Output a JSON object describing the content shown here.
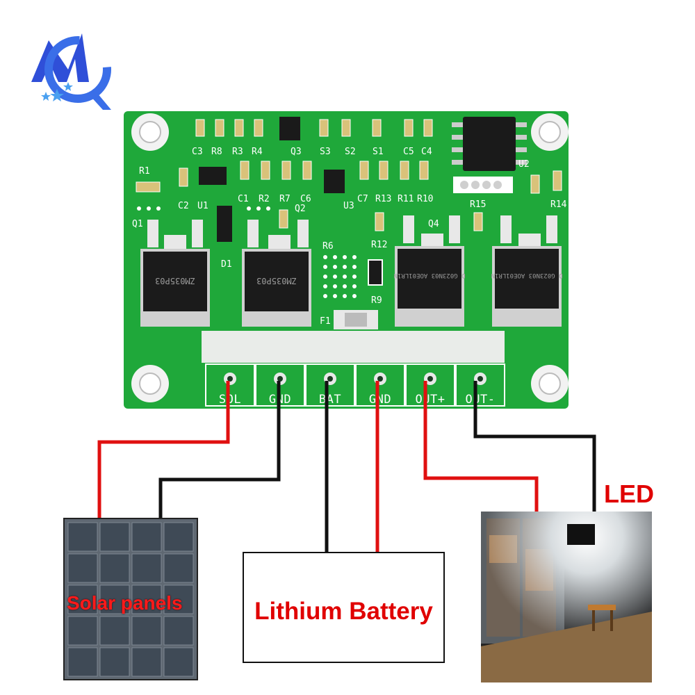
{
  "logo": {
    "letters": "MQ",
    "colors": {
      "primary": "#2f4fd8",
      "accent": "#4aa0f0"
    }
  },
  "board": {
    "component_labels": [
      "C3",
      "R8",
      "R3",
      "R4",
      "Q3",
      "S3",
      "S2",
      "S1",
      "C5",
      "C4",
      "R1",
      "C2",
      "U1",
      "C1",
      "R2",
      "R7",
      "C6",
      "Q2",
      "U3",
      "C7",
      "R13",
      "R11",
      "R10",
      "U2",
      "R15",
      "R14",
      "Q1",
      "Q4",
      "D1",
      "R6",
      "R12",
      "R9",
      "F1"
    ],
    "mosfet_markings": [
      "ZM035P03",
      "ZM035P03",
      "D G023N03 AOE01LR1N",
      "D G023N03 AOE01LR1N"
    ],
    "terminals": [
      "SOL",
      "GND",
      "BAT",
      "GND",
      "OUT+",
      "OUT-"
    ],
    "colors": {
      "pcb": "#1fa83a",
      "silk": "#ffffff",
      "pad": "#e8e8e8"
    }
  },
  "wires": {
    "colors": {
      "positive": "#e01010",
      "negative": "#111111"
    }
  },
  "devices": {
    "solar_label": "Solar panels",
    "battery_label": "Lithium Battery",
    "led_label": "LED"
  }
}
